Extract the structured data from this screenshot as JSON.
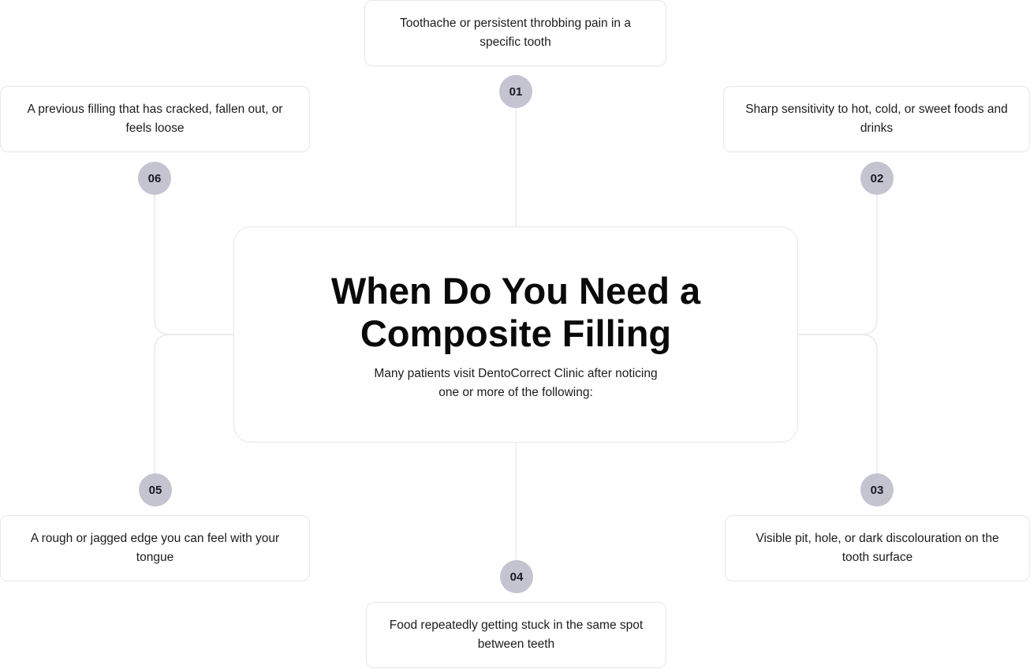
{
  "heading": {
    "title": "When Do You Need a Composite Filling",
    "subtitle": "Many patients visit DentoCorrect Clinic after noticing one or more of the following:"
  },
  "items": [
    {
      "number": "01",
      "text": "Toothache or persistent throbbing pain in a specific tooth"
    },
    {
      "number": "02",
      "text": "Sharp sensitivity to hot, cold, or sweet foods and drinks"
    },
    {
      "number": "03",
      "text": "Visible pit, hole, or dark discolouration on the tooth surface"
    },
    {
      "number": "04",
      "text": "Food repeatedly getting stuck in the same spot between teeth"
    },
    {
      "number": "05",
      "text": "A rough or jagged edge you can feel with your tongue"
    },
    {
      "number": "06",
      "text": "A previous filling that has cracked, fallen out, or feels loose"
    }
  ],
  "colors": {
    "badge": "#c3c4d0",
    "connector": "#e3e4ea",
    "border": "#e6e6ec"
  }
}
